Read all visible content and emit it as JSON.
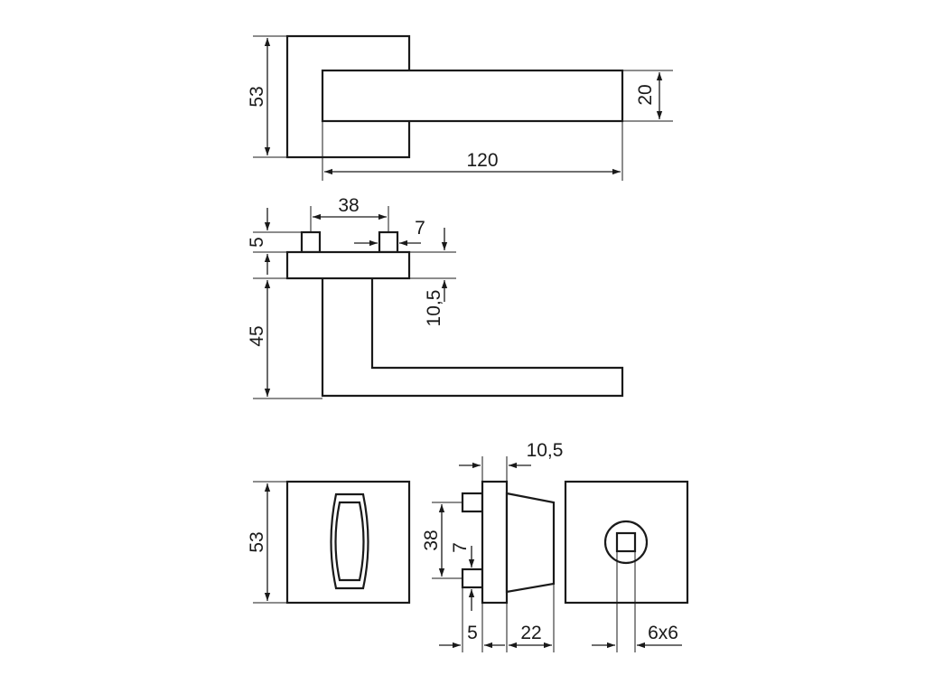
{
  "dimensions": {
    "top_height": "53",
    "handle_thickness": "20",
    "handle_length": "120",
    "pin_spacing": "38",
    "pin_height": "5",
    "pin_width": "7",
    "rose_thickness": "10,5",
    "handle_drop": "45",
    "wc_rose_height": "53",
    "wc_rose_thickness": "10,5",
    "wc_pin_spacing": "38",
    "wc_pin_width": "7",
    "wc_pin_depth": "5",
    "wc_knob_depth": "22",
    "spindle": "6x6"
  }
}
